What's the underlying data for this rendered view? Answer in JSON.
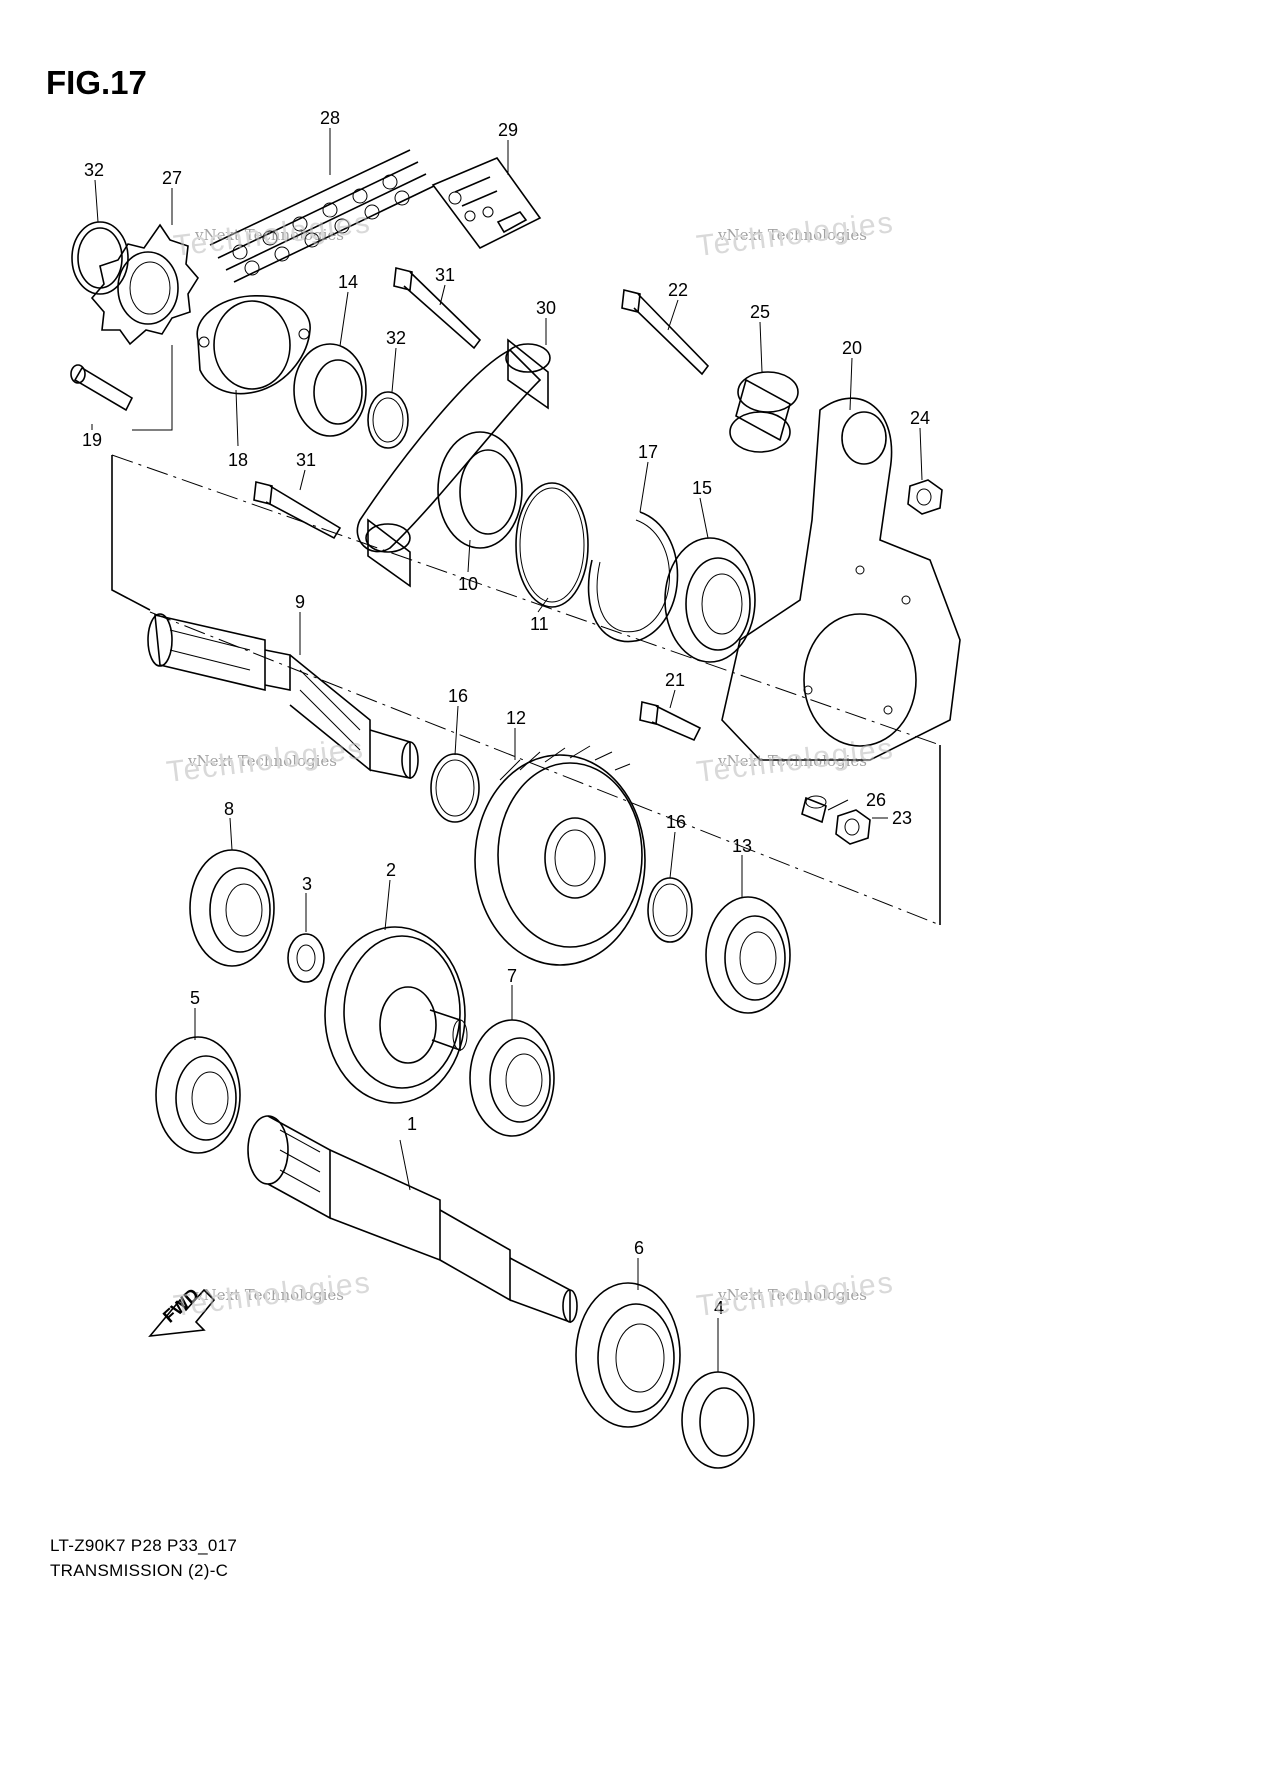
{
  "figure": {
    "title": "FIG.17",
    "model_code": "LT-Z90K7 P28 P33_017",
    "subtitle": "TRANSMISSION (2)-C"
  },
  "watermark": {
    "line1": "vNext Technologies",
    "line2": "Technologies"
  },
  "fwd_label": "FWD",
  "callouts": [
    "1",
    "2",
    "3",
    "4",
    "5",
    "6",
    "7",
    "8",
    "9",
    "10",
    "11",
    "12",
    "13",
    "14",
    "15",
    "16",
    "16",
    "17",
    "18",
    "19",
    "20",
    "21",
    "22",
    "23",
    "24",
    "25",
    "26",
    "27",
    "28",
    "29",
    "30",
    "31",
    "31",
    "32",
    "32"
  ]
}
